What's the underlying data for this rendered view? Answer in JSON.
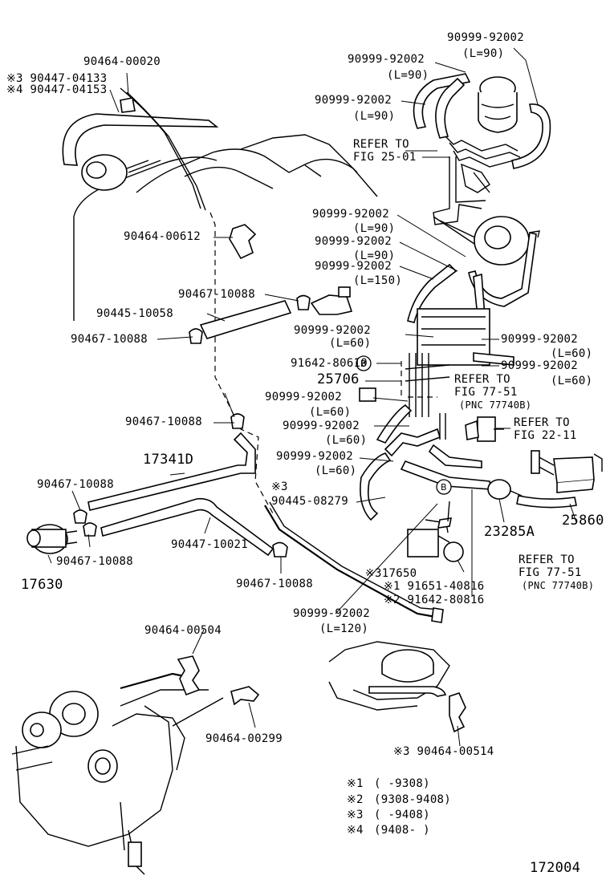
{
  "figure_number": "172004",
  "footnotes": [
    {
      "mark": "※1",
      "text": "(      -9308)"
    },
    {
      "mark": "※2",
      "text": "(9308-9408)"
    },
    {
      "mark": "※3",
      "text": "(      -9408)"
    },
    {
      "mark": "※4",
      "text": "(9408-      )"
    }
  ],
  "callouts": {
    "c_9099_top_right": "90999-92002",
    "c_l90_top_right": "(L=90)",
    "c_9099_top_mid": "90999-92002",
    "c_l90_top_mid": "(L=90)",
    "c_9099_mid1": "90999-92002",
    "c_l90_mid1": "(L=90)",
    "c_refer_25_a": "REFER TO",
    "c_refer_25_b": "FIG 25-01",
    "c_90464_00020": "90464-00020",
    "c_s3_90447": "※3 90447-04133",
    "c_s4_90447": "※4 90447-04153",
    "c_9099_mid2": "90999-92002",
    "c_l90_mid2": "(L=90)",
    "c_9099_mid3": "90999-92002",
    "c_l90_mid3": "(L=90)",
    "c_9099_mid4": "90999-92002",
    "c_l150": "(L=150)",
    "c_90464_00612": "90464-00612",
    "c_90467_10088_a": "90467-10088",
    "c_90445_10058": "90445-10058",
    "c_90467_10088_b": "90467-10088",
    "c_9099_l60_a": "90999-92002",
    "c_l60_a": "(L=60)",
    "c_9099_r1": "90999-92002",
    "c_l60_r1": "(L=60)",
    "c_9099_r2": "90999-92002",
    "c_l60_r2": "(L=60)",
    "c_91642_80610": "91642-80610",
    "c_b1": "B",
    "c_25706": "25706",
    "c_refer_77_a1": "REFER TO",
    "c_refer_77_a2": "FIG 77-51",
    "c_refer_77_a3": "(PNC 77740B)",
    "c_9099_l60_b": "90999-92002",
    "c_l60_b": "(L=60)",
    "c_90467_10088_c": "90467-10088",
    "c_9099_l60_c": "90999-92002",
    "c_l60_c": "(L=60)",
    "c_refer_22_a": "REFER TO",
    "c_refer_22_b": "FIG 22-11",
    "c_17341d": "17341D",
    "c_9099_l60_d": "90999-92002",
    "c_l60_d": "(L=60)",
    "c_90467_10088_d": "90467-10088",
    "c_s3_mark": "※3",
    "c_90445_08279": "90445-08279",
    "c_b2": "B",
    "c_23285a": "23285A",
    "c_25860": "25860",
    "c_90447_10021": "90447-10021",
    "c_90467_10088_e": "90467-10088",
    "c_17630": "17630",
    "c_90467_10088_f": "90467-10088",
    "c_s317650": "※317650",
    "c_s1_91651": "※1 91651-40816",
    "c_s2_91642": "※2 91642-80816",
    "c_refer_77_b1": "REFER TO",
    "c_refer_77_b2": "FIG 77-51",
    "c_refer_77_b3": "(PNC 77740B)",
    "c_9099_l120": "90999-92002",
    "c_l120": "(L=120)",
    "c_90464_00504": "90464-00504",
    "c_90464_00299": "90464-00299",
    "c_s3_90464_00514": "※3 90464-00514"
  }
}
